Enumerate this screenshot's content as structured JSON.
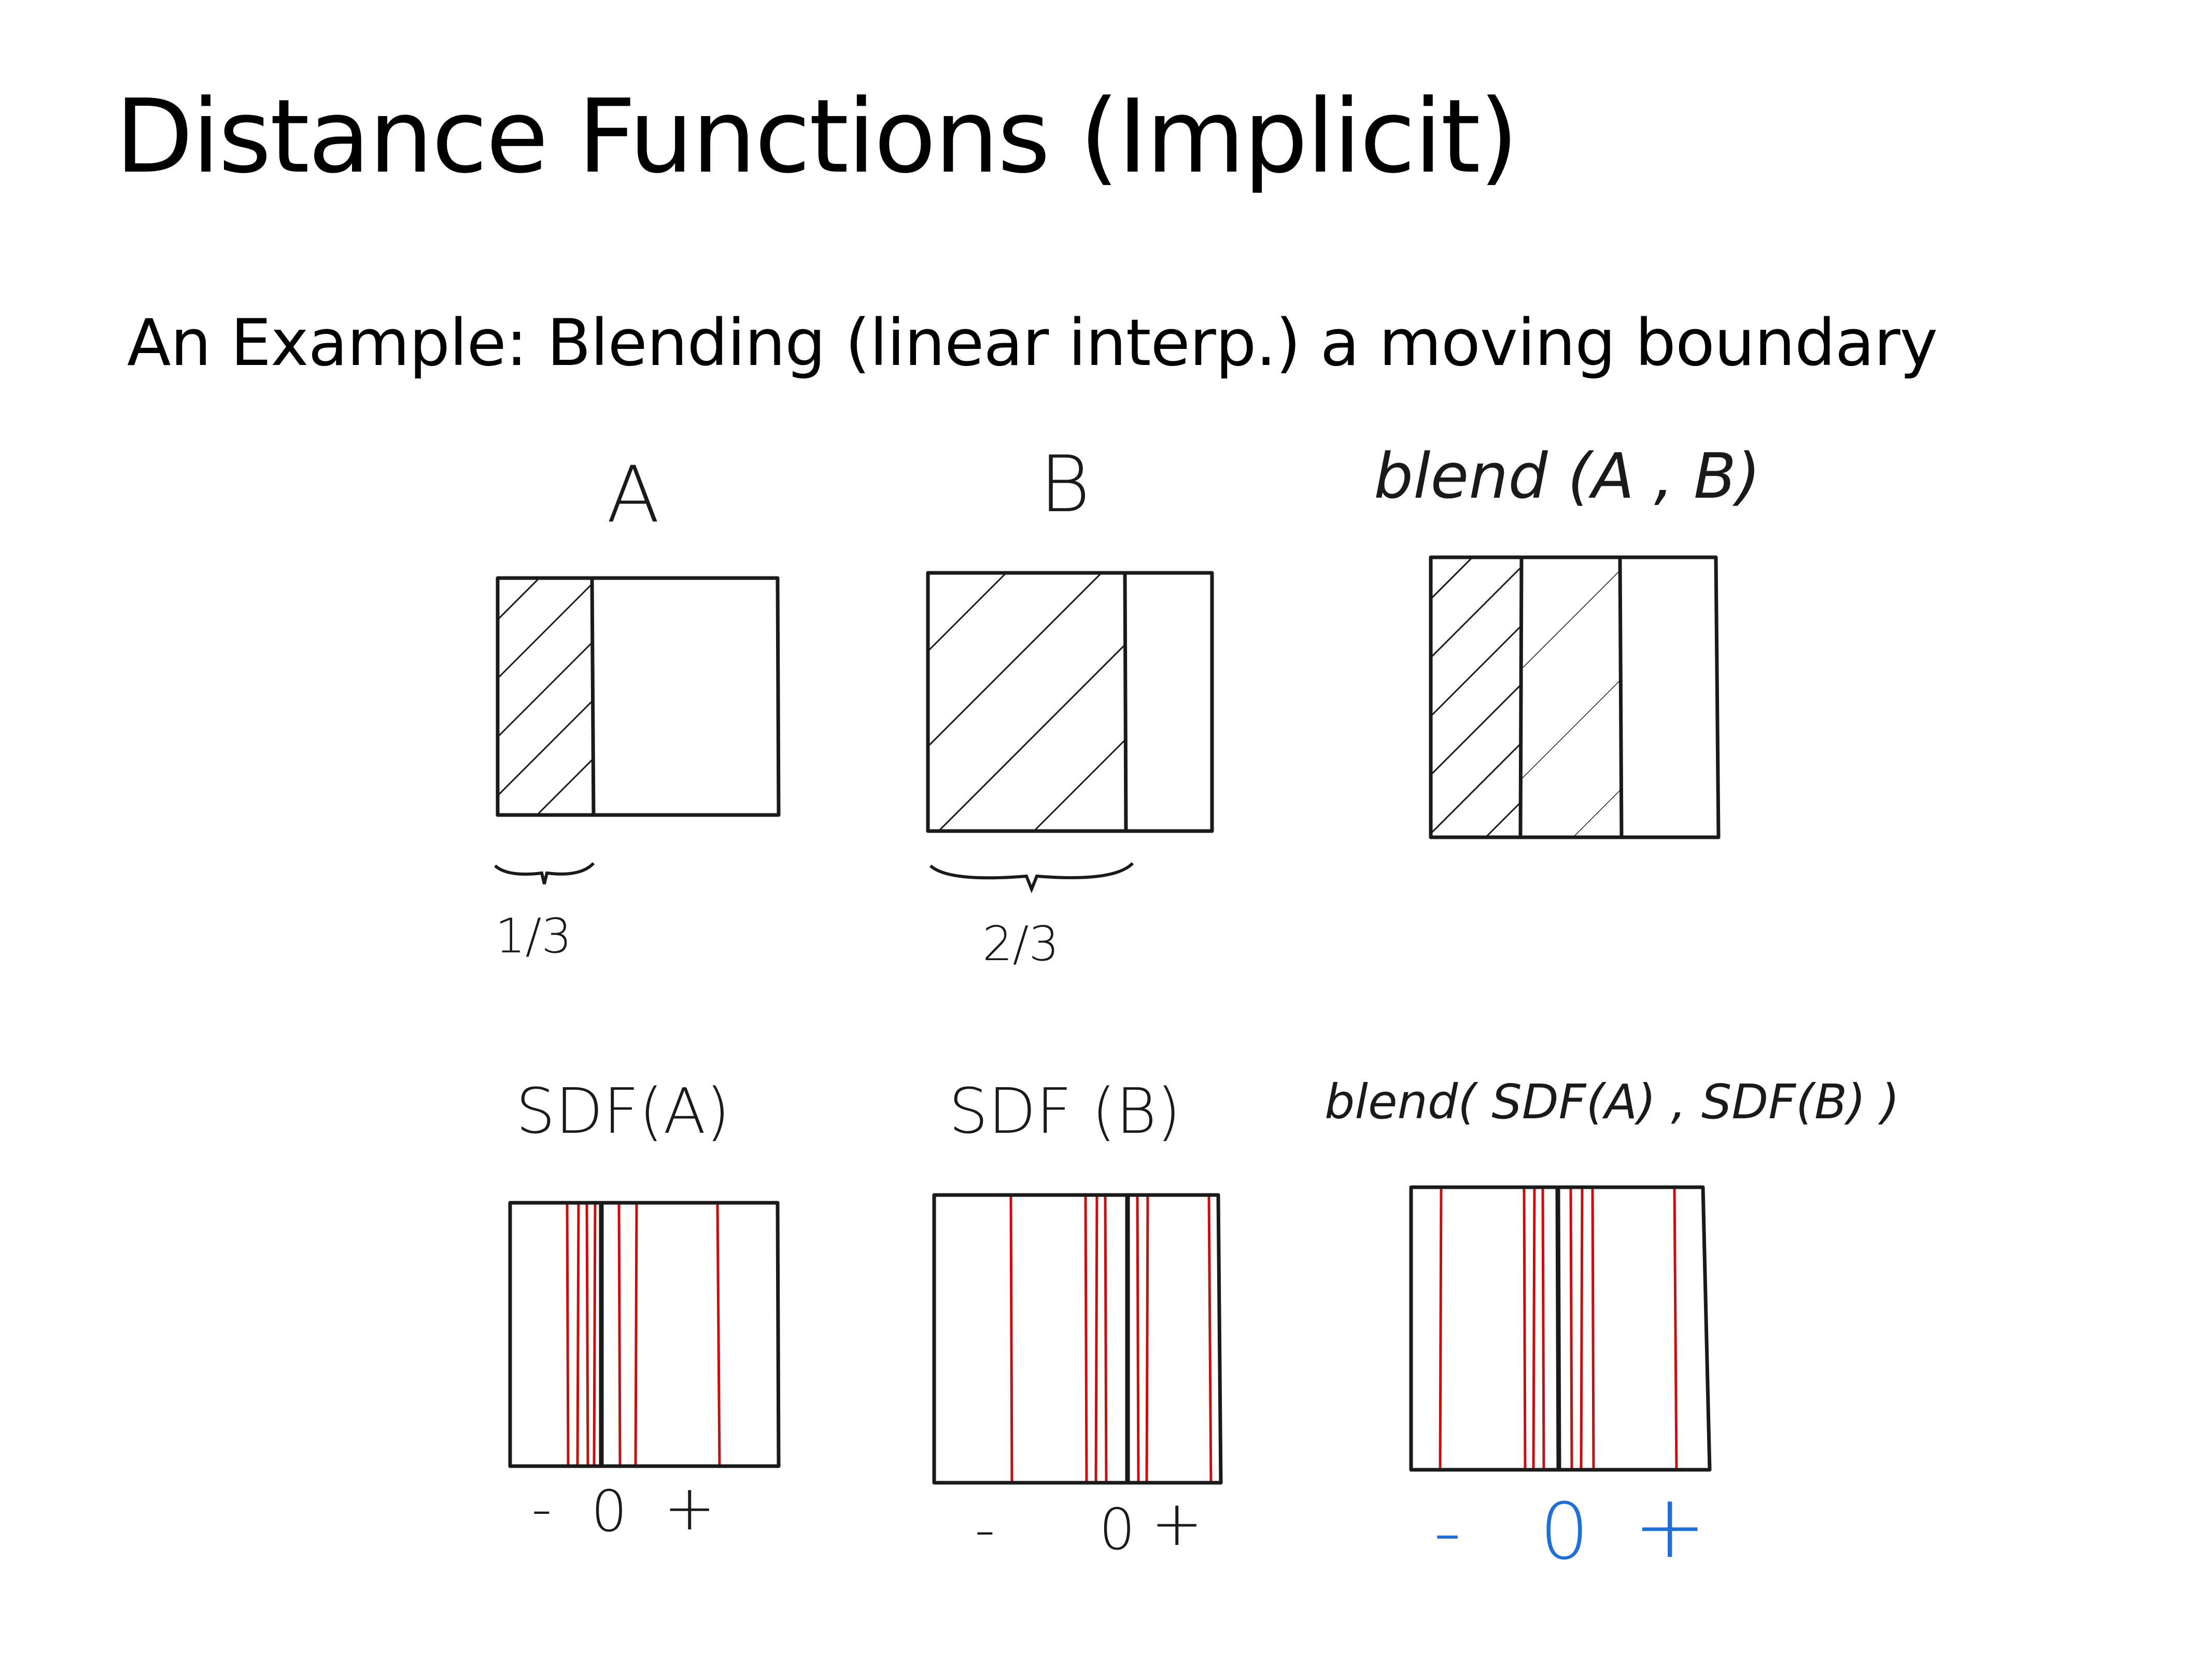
{
  "slide": {
    "title": "Distance Functions (Implicit)",
    "subtitle": "An Example: Blending (linear interp.) a moving boundary"
  },
  "sketches": {
    "a": {
      "label": "A",
      "fraction": "1/3",
      "filled_fraction": 0.333
    },
    "b": {
      "label": "B",
      "fraction": "2/3",
      "filled_fraction": 0.667
    },
    "blend": {
      "label": "blend (A , B)",
      "lighter_region": [
        0.333,
        0.667
      ]
    },
    "sdf_a": {
      "label": "SDF(A)",
      "zero_position": 0.333,
      "axis": {
        "neg": "-",
        "zero": "0",
        "pos": "+"
      }
    },
    "sdf_b": {
      "label": "SDF (B)",
      "zero_position": 0.667,
      "axis": {
        "neg": "-",
        "zero": "0",
        "pos": "+"
      }
    },
    "sdf_blend": {
      "label": "blend( SDF(A) , SDF(B) )",
      "zero_position": 0.5,
      "axis": {
        "neg": "-",
        "zero": "0",
        "pos": "+"
      }
    }
  },
  "colors": {
    "text": "#000000",
    "ink": "#1a1a1a",
    "contour_red": "#c80f0f",
    "axis_blue": "#1f6fd6"
  }
}
